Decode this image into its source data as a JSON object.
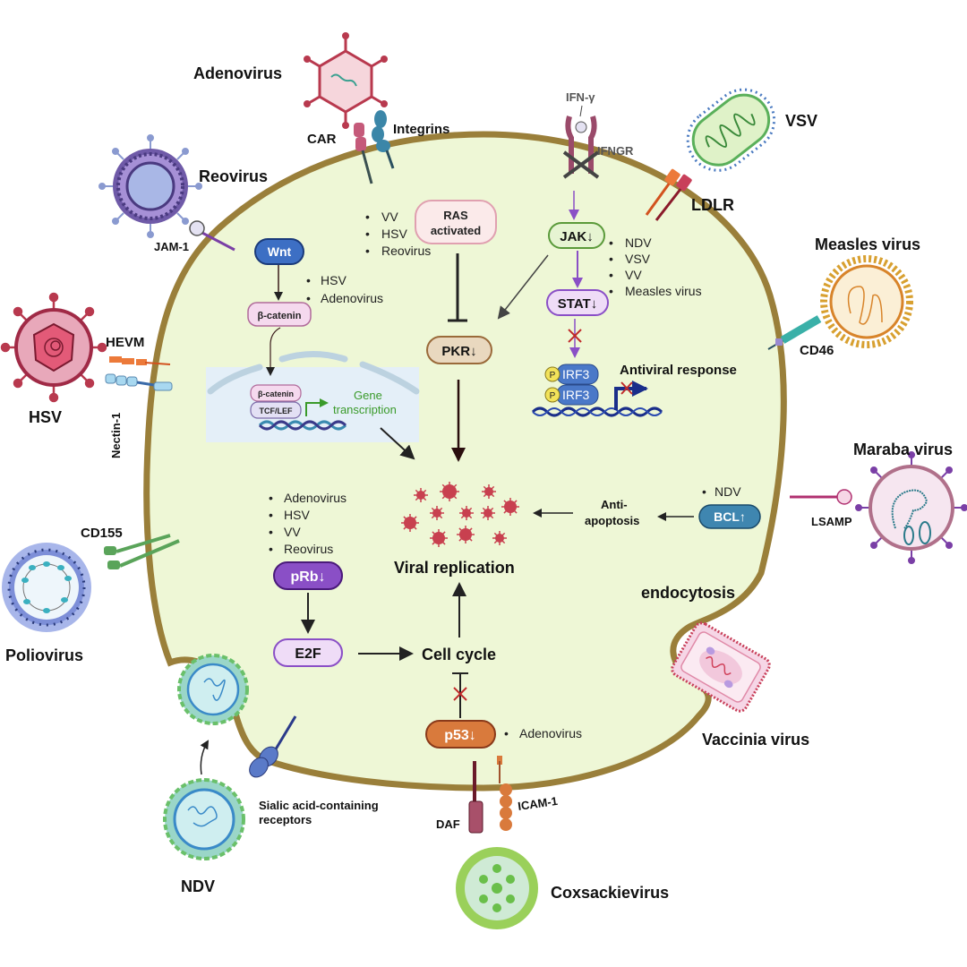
{
  "colors": {
    "cell_fill": "#eef7d6",
    "membrane": "#9a7f3a",
    "wnt": "#3d6fc4",
    "beta_catenin": "#f5d9ee",
    "ras": "#fbeaea",
    "pkr": "#e9d8bf",
    "jak": "#e6f4d2",
    "stat": "#efdcf7",
    "irf3": "#4a78c8",
    "prb": "#8a4fc6",
    "e2f": "#efdcf7",
    "p53": "#d97a3c",
    "bcl": "#3f86b0",
    "virion_red": "#c8404f",
    "transcription_green": "#3a9a2a"
  },
  "viruses": {
    "adenovirus": "Adenovirus",
    "reovirus": "Reovirus",
    "hsv": "HSV",
    "poliovirus": "Poliovirus",
    "ndv": "NDV",
    "coxsackievirus": "Coxsackievirus",
    "vaccinia": "Vaccinia virus",
    "maraba": "Maraba virus",
    "measles": "Measles virus",
    "vsv": "VSV"
  },
  "receptors": {
    "car": "CAR",
    "integrins": "Integrins",
    "jam1": "JAM-1",
    "hevm": "HEVM",
    "nectin1": "Nectin-1",
    "cd155": "CD155",
    "sialic": [
      "Sialic acid-containing",
      "receptors"
    ],
    "daf": "DAF",
    "icam1": "ICAM-1",
    "lsamp": "LSAMP",
    "cd46": "CD46",
    "ldlr": "LDLR",
    "ifngr": "IFNGR",
    "ifn_gamma": "IFN-γ"
  },
  "pathways": {
    "wnt": {
      "wnt": "Wnt",
      "beta_catenin": "β-catenin",
      "nuclear_beta_catenin": "β-catenin",
      "tcf_lef": "TCF/LEF",
      "gene_transcription": [
        "Gene",
        "transcription"
      ],
      "viruses": [
        "HSV",
        "Adenovirus"
      ]
    },
    "ras": {
      "label": [
        "RAS",
        "activated"
      ],
      "viruses": [
        "VV",
        "HSV",
        "Reovirus"
      ],
      "pkr": "PKR↓"
    },
    "jak_stat": {
      "jak": "JAK↓",
      "stat": "STAT↓",
      "irf3": "IRF3",
      "phospho": "P",
      "antiviral_response": "Antiviral response",
      "viruses": [
        "NDV",
        "VSV",
        "VV",
        "Measles virus"
      ]
    },
    "prb": {
      "prb": "pRb↓",
      "e2f": "E2F",
      "cell_cycle": "Cell cycle",
      "viruses": [
        "Adenovirus",
        "HSV",
        "VV",
        "Reovirus"
      ]
    },
    "p53": {
      "p53": "p53↓",
      "viruses": [
        "Adenovirus"
      ]
    },
    "bcl": {
      "bcl": "BCL↑",
      "anti_apoptosis": [
        "Anti-",
        "apoptosis"
      ],
      "viruses": [
        "NDV"
      ]
    },
    "viral_replication": "Viral replication",
    "endocytosis": "endocytosis"
  }
}
